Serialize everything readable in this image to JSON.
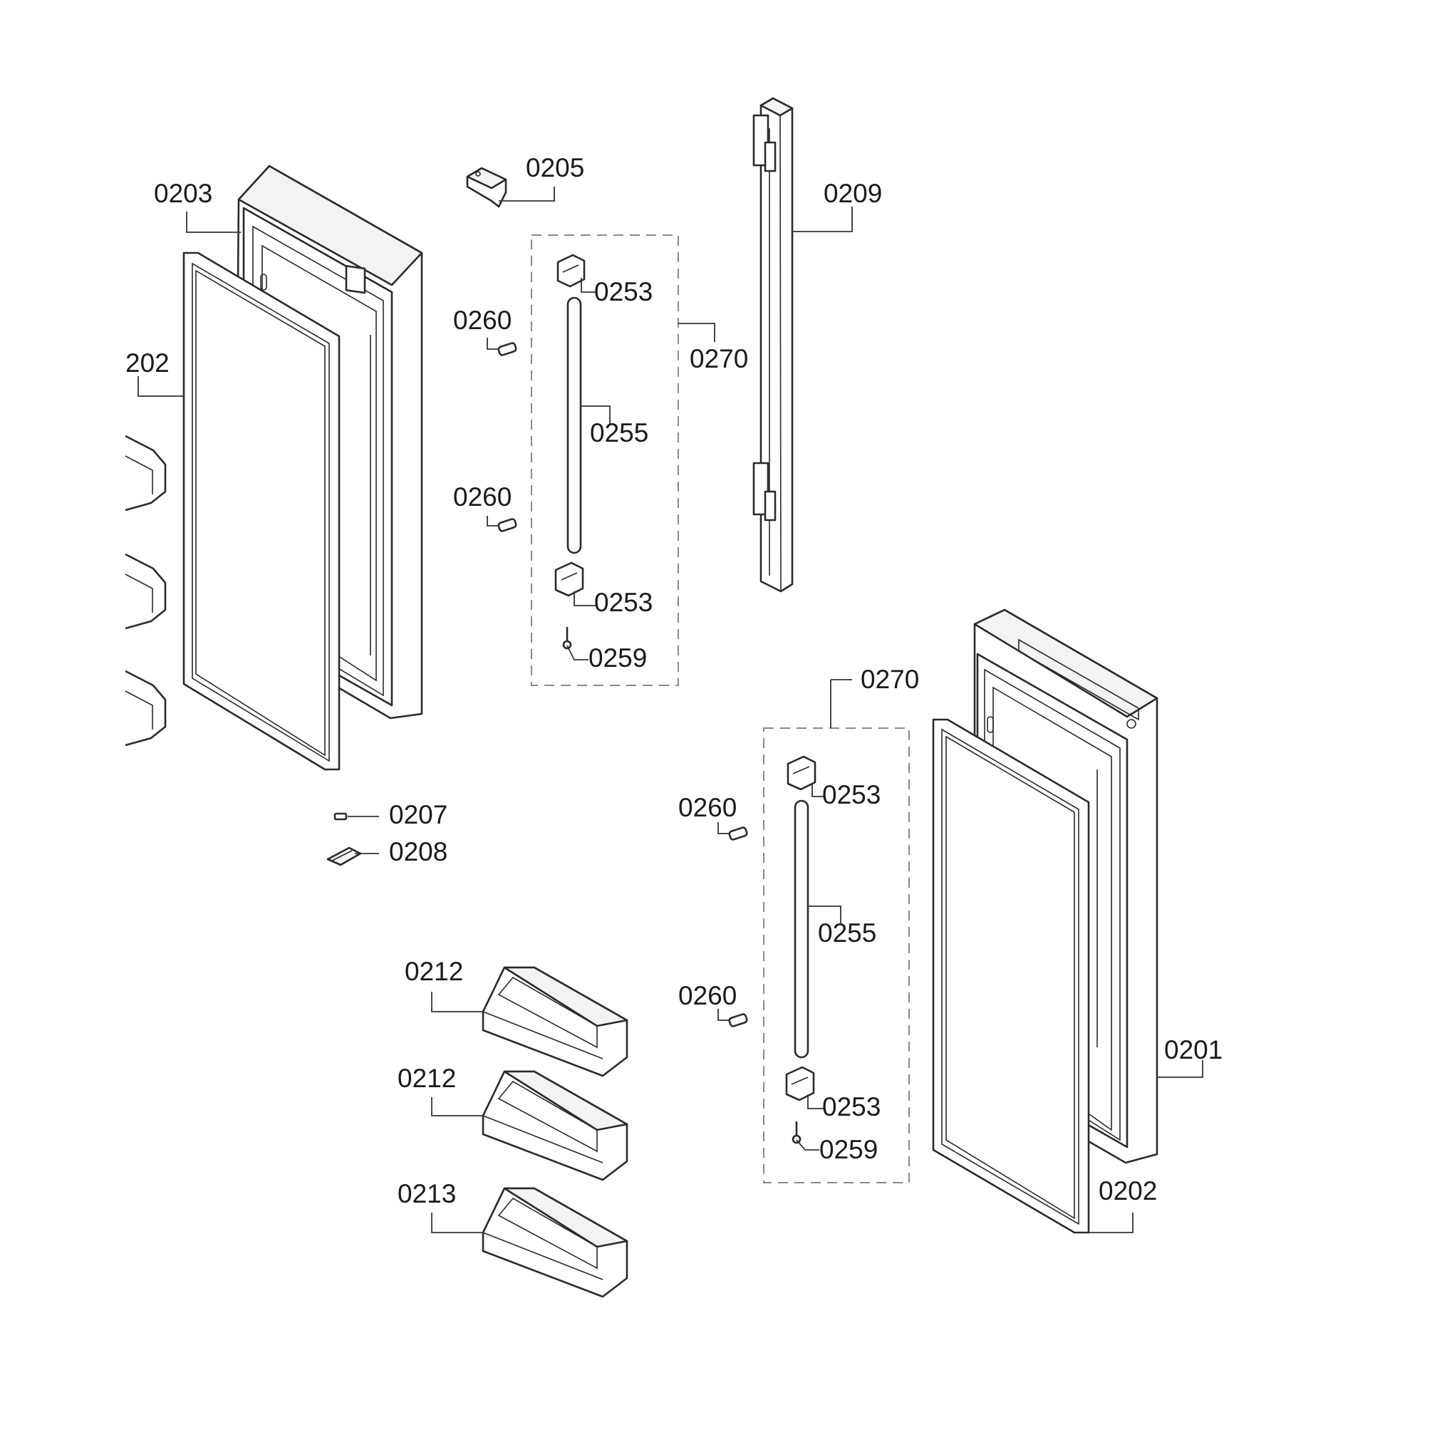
{
  "labels": {
    "p0203": "0203",
    "p0202_left": "202",
    "p0205": "0205",
    "p0209": "0209",
    "p0270_top": "0270",
    "p0253_a": "0253",
    "p0255_a": "0255",
    "p0253_b": "0253",
    "p0259_a": "0259",
    "p0260_a": "0260",
    "p0260_b": "0260",
    "p0207": "0207",
    "p0208": "0208",
    "p0212_a": "0212",
    "p0212_b": "0212",
    "p0213": "0213",
    "p0270_bottom": "0270",
    "p0253_c": "0253",
    "p0255_b": "0255",
    "p0253_d": "0253",
    "p0259_b": "0259",
    "p0260_c": "0260",
    "p0260_d": "0260",
    "p0201": "0201",
    "p0202_right": "0202"
  }
}
